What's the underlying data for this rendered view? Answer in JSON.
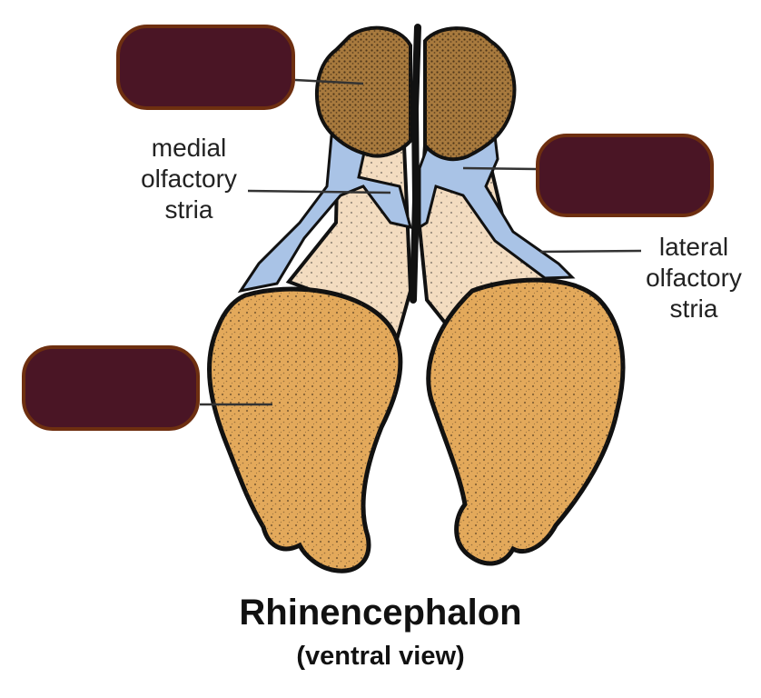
{
  "diagram": {
    "title": "Rhinencephalon",
    "subtitle": "(ventral view)",
    "labels": {
      "medial": [
        "medial",
        "olfactory",
        "stria"
      ],
      "lateral": [
        "lateral",
        "olfactory",
        "stria"
      ]
    },
    "hidden_label_boxes": 3
  },
  "colors": {
    "olfactory_bulb": "#a87a3e",
    "olfactory_stria": "#a9c3e6",
    "olfactory_trigone": "#f3dcc0",
    "piriform_lobe": "#e3a95b",
    "outline": "#111111",
    "label_box_fill": "#4a1525",
    "label_box_border": "#6e2f10",
    "leader_line": "#333333"
  }
}
